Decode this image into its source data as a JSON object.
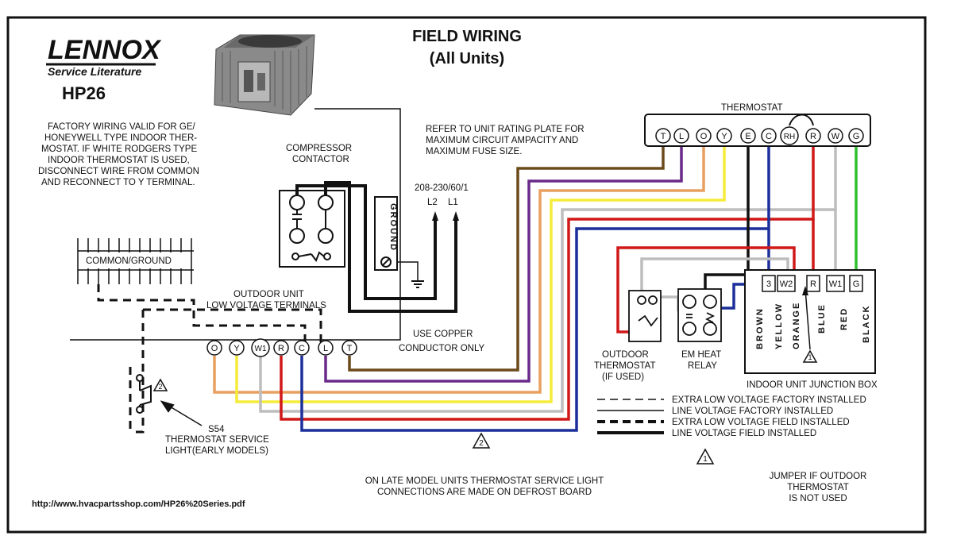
{
  "header": {
    "brand": "LENNOX",
    "subtitle": "Service Literature",
    "model": "HP26",
    "title_line1": "FIELD WIRING",
    "title_line2": "(All Units)"
  },
  "notes": {
    "factory_wiring": [
      "FACTORY WIRING VALID FOR GE/",
      "HONEYWELL TYPE INDOOR THER-",
      "MOSTAT. IF WHITE RODGERS TYPE",
      "INDOOR THERMOSTAT IS USED,",
      "DISCONNECT WIRE FROM COMMON",
      "AND RECONNECT TO  Y TERMINAL."
    ],
    "rating_plate": [
      "REFER  TO  UNIT  RATING  PLATE  FOR",
      "MAXIMUM    CIRCUIT    AMPACITY    AND",
      "MAXIMUM FUSE SIZE."
    ],
    "late_model": [
      "ON LATE MODEL UNITS THERMOSTAT SERVICE  LIGHT",
      "CONNECTIONS ARE MADE ON DEFROST BOARD"
    ],
    "jumper": [
      "JUMPER IF OUTDOOR",
      "THERMOSTAT",
      "IS NOT USED"
    ],
    "url": "http://www.hvacpartsshop.com/HP26%20Series.pdf",
    "copper": [
      "USE COPPER",
      "CONDUCTOR ONLY"
    ]
  },
  "labels": {
    "compressor_contactor": [
      "COMPRESSOR",
      "CONTACTOR"
    ],
    "power": "208-230/60/1",
    "l2": "L2",
    "l1": "L1",
    "ground": "GROUND",
    "common_ground": "COMMON/GROUND",
    "outdoor_unit": [
      "OUTDOOR UNIT",
      "LOW VOLTAGE TERMINALS"
    ],
    "s54": [
      "S54",
      "THERMOSTAT SERVICE",
      "LIGHT(EARLY MODELS)"
    ],
    "outdoor_thermostat": [
      "OUTDOOR",
      "THERMOSTAT",
      "(IF USED)"
    ],
    "em_heat_relay": [
      "EM HEAT",
      "RELAY"
    ],
    "indoor_junction_box": "INDOOR UNIT JUNCTION BOX",
    "thermostat": "THERMOSTAT"
  },
  "thermostat_terminals": [
    "T",
    "L",
    "O",
    "Y",
    "E",
    "C",
    "RH",
    "R",
    "W",
    "G"
  ],
  "outdoor_terminals": [
    "O",
    "Y",
    "W1",
    "R",
    "C",
    "L",
    "T"
  ],
  "indoor_terminals": [
    "3",
    "W2",
    "R",
    "W1",
    "G"
  ],
  "indoor_wire_colors": [
    "BROWN",
    "YELLOW",
    "ORANGE",
    "BLUE",
    "RED",
    "BLACK"
  ],
  "note_markers": [
    "1",
    "2"
  ],
  "legend": [
    {
      "label": "EXTRA LOW VOLTAGE FACTORY INSTALLED",
      "style": "thin-dashed"
    },
    {
      "label": "LINE VOLTAGE FACTORY INSTALLED",
      "style": "thin-solid"
    },
    {
      "label": "EXTRA LOW VOLTAGE FIELD INSTALLED",
      "style": "thick-dashed"
    },
    {
      "label": "LINE VOLTAGE FIELD INSTALLED",
      "style": "thick-solid"
    }
  ],
  "colors": {
    "brown": "#6b4a1c",
    "purple": "#6a2a8a",
    "orange": "#e8a060",
    "yellow": "#f5ec3a",
    "gray": "#bdbdbd",
    "red": "#d01818",
    "blue": "#1c2f9a",
    "green": "#2ec02e",
    "black": "#111111"
  }
}
